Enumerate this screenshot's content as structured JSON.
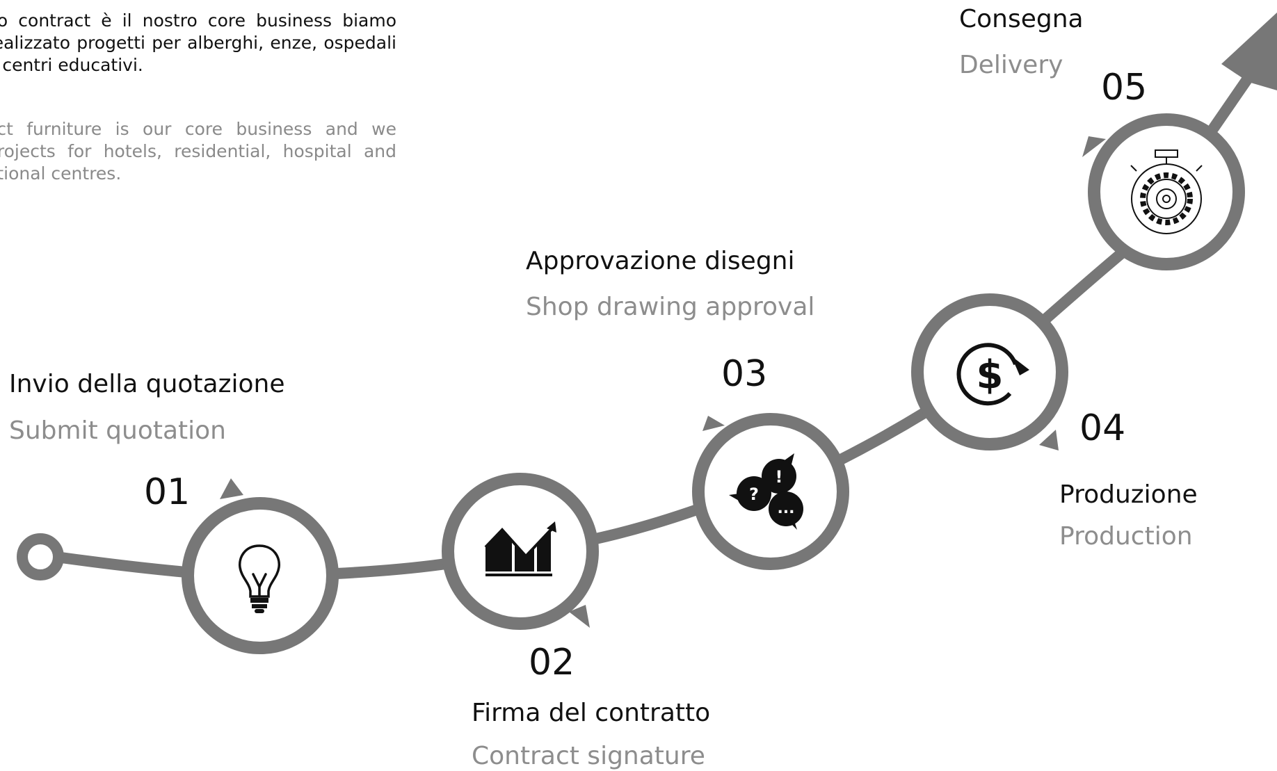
{
  "intro": {
    "italian": "do contract è il nostro core business biamo realizzato progetti per alberghi, enze, ospedali e centri educativi.",
    "english": "act furniture is our core business and we projects for hotels, residential, hospital and ational centres."
  },
  "colors": {
    "path": "#777777",
    "text": "#111111",
    "subtext": "#8d8d8d",
    "icon": "#111111"
  },
  "steps": [
    {
      "number": "01",
      "title": "Invio della quotazione",
      "subtitle": "Submit quotation",
      "icon": "lightbulb-icon"
    },
    {
      "number": "02",
      "title": "Firma del contratto",
      "subtitle": "Contract signature",
      "icon": "growth-chart-icon"
    },
    {
      "number": "03",
      "title": "Approvazione disegni",
      "subtitle": "Shop drawing approval",
      "icon": "discussion-bubbles-icon"
    },
    {
      "number": "04",
      "title": "Produzione",
      "subtitle": "Production",
      "icon": "dollar-cycle-icon"
    },
    {
      "number": "05",
      "title": "Consegna",
      "subtitle": "Delivery",
      "icon": "stopwatch-gear-icon"
    }
  ]
}
